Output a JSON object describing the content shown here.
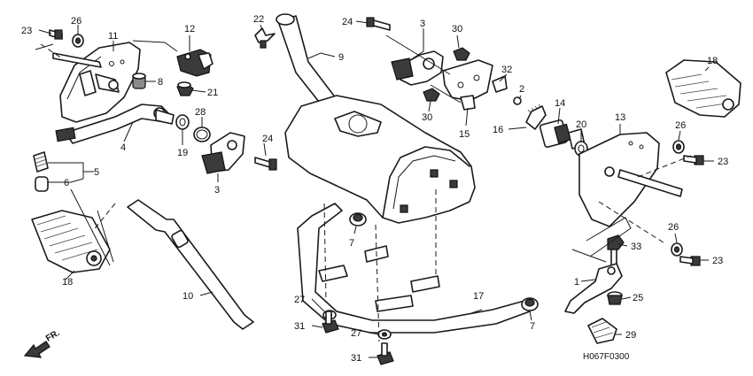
{
  "callouts": [
    {
      "id": "c23a",
      "label": "23"
    },
    {
      "id": "c26a",
      "label": "26"
    },
    {
      "id": "c11",
      "label": "11"
    },
    {
      "id": "c12",
      "label": "12"
    },
    {
      "id": "c8",
      "label": "8"
    },
    {
      "id": "c21",
      "label": "21"
    },
    {
      "id": "c4",
      "label": "4"
    },
    {
      "id": "c28",
      "label": "28"
    },
    {
      "id": "c19",
      "label": "19"
    },
    {
      "id": "c22",
      "label": "22"
    },
    {
      "id": "c9",
      "label": "9"
    },
    {
      "id": "c24a",
      "label": "24"
    },
    {
      "id": "c3a",
      "label": "3"
    },
    {
      "id": "c30a",
      "label": "30"
    },
    {
      "id": "c32",
      "label": "32"
    },
    {
      "id": "c2",
      "label": "2"
    },
    {
      "id": "c30b",
      "label": "30"
    },
    {
      "id": "c15",
      "label": "15"
    },
    {
      "id": "c16",
      "label": "16"
    },
    {
      "id": "c14",
      "label": "14"
    },
    {
      "id": "c20",
      "label": "20"
    },
    {
      "id": "c13",
      "label": "13"
    },
    {
      "id": "c18a",
      "label": "18"
    },
    {
      "id": "c26b",
      "label": "26"
    },
    {
      "id": "c23b",
      "label": "23"
    },
    {
      "id": "c5",
      "label": "5"
    },
    {
      "id": "c6",
      "label": "6"
    },
    {
      "id": "c24b",
      "label": "24"
    },
    {
      "id": "c3b",
      "label": "3"
    },
    {
      "id": "c7a",
      "label": "7"
    },
    {
      "id": "c33",
      "label": "33"
    },
    {
      "id": "c26c",
      "label": "26"
    },
    {
      "id": "c23c",
      "label": "23"
    },
    {
      "id": "c18b",
      "label": "18"
    },
    {
      "id": "c10",
      "label": "10"
    },
    {
      "id": "c17",
      "label": "17"
    },
    {
      "id": "c1",
      "label": "1"
    },
    {
      "id": "c25",
      "label": "25"
    },
    {
      "id": "c27a",
      "label": "27"
    },
    {
      "id": "c31a",
      "label": "31"
    },
    {
      "id": "c27b",
      "label": "27"
    },
    {
      "id": "c31b",
      "label": "31"
    },
    {
      "id": "c7b",
      "label": "7"
    },
    {
      "id": "c29",
      "label": "29"
    }
  ],
  "diagram_code": "H067F0300",
  "direction_label": "FR.",
  "icons": {
    "direction_arrow": "front-direction-arrow-icon"
  }
}
